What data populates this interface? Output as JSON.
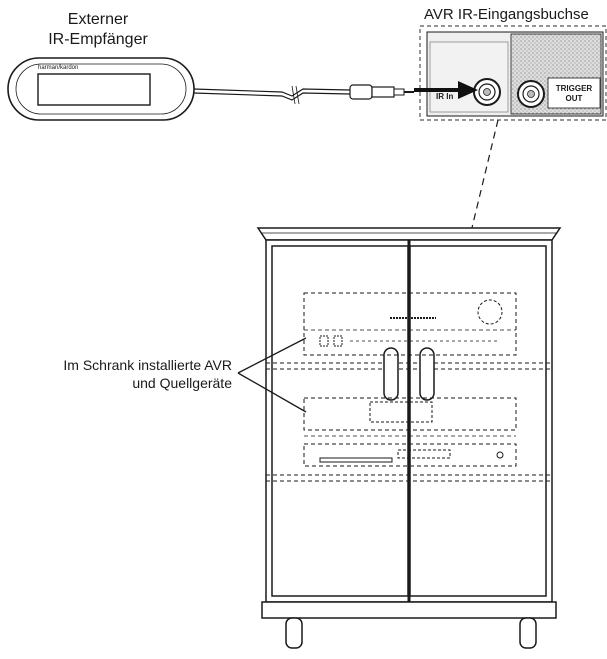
{
  "labels": {
    "receiver_line1": "Externer",
    "receiver_line2": "IR-Empfänger",
    "jack_title": "AVR IR-Eingangsbuchse",
    "cabinet_line1": "Im Schrank installierte AVR",
    "cabinet_line2": "und Quellgeräte"
  },
  "device_brand": "harman/kardon",
  "panel": {
    "ir_in_label": "IR In",
    "trigger_line1": "TRIGGER",
    "trigger_line2": "OUT"
  },
  "colors": {
    "line": "#1a1a1a",
    "panel_fill": "#e6e6e6",
    "texture": "#c4c4c4"
  }
}
